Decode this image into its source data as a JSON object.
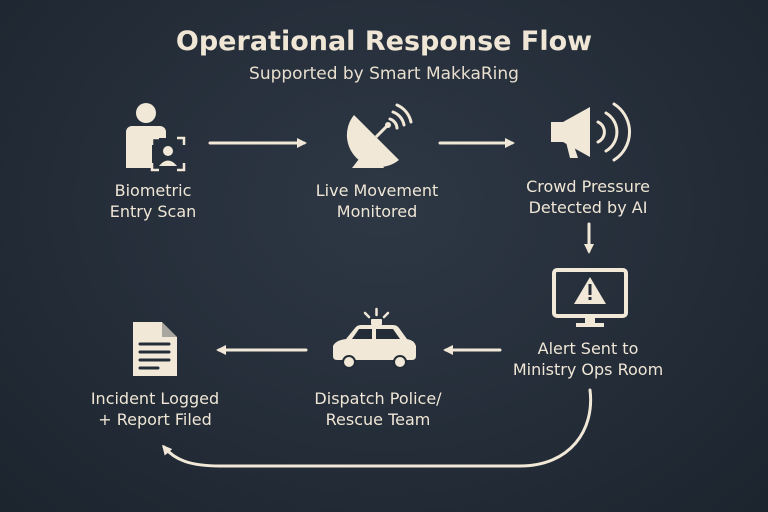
{
  "title": "Operational Response Flow",
  "subtitle": "Supported by Smart MakkaRing",
  "colors": {
    "background": "#232c37",
    "ink": "#f1e8d8"
  },
  "nodes": [
    {
      "id": "biometric",
      "icon": "person-face-scan-icon",
      "lines": [
        "Biometric",
        "Entry Scan"
      ]
    },
    {
      "id": "movement",
      "icon": "satellite-dish-icon",
      "lines": [
        "Live Movement",
        "Monitored"
      ]
    },
    {
      "id": "crowd",
      "icon": "megaphone-icon",
      "lines": [
        "Crowd Pressure",
        "Detected by AI"
      ]
    },
    {
      "id": "alert",
      "icon": "monitor-warning-icon",
      "lines": [
        "Alert Sent to",
        "Ministry Ops Room"
      ]
    },
    {
      "id": "dispatch",
      "icon": "police-car-icon",
      "lines": [
        "Dispatch Police/",
        "Rescue Team"
      ]
    },
    {
      "id": "incident",
      "icon": "document-icon",
      "lines": [
        "Incident Logged",
        "+ Report Filed"
      ]
    }
  ]
}
